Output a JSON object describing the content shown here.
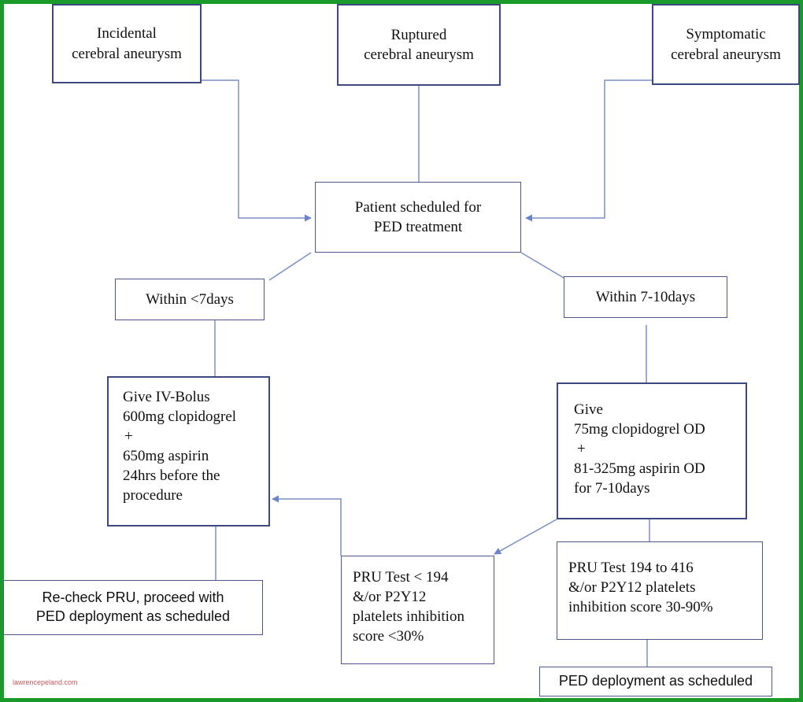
{
  "colors": {
    "frame": "#1a9a2a",
    "box_border": "#3d4880",
    "connector": "#7b8fc4",
    "arrow": "#6b84c8"
  },
  "nodes": {
    "incidental": [
      "Incidental",
      "cerebral aneurysm"
    ],
    "ruptured": [
      "Ruptured",
      "cerebral aneurysm"
    ],
    "symptomatic": [
      "Symptomatic",
      "cerebral aneurysm"
    ],
    "scheduled": [
      "Patient scheduled for",
      "PED treatment"
    ],
    "within7": [
      "Within <7days"
    ],
    "within710": [
      "Within 7-10days"
    ],
    "bolus": [
      "Give IV-Bolus",
      "600mg clopidogrel",
      "+",
      "650mg aspirin",
      "24hrs before the",
      "procedure"
    ],
    "daily": [
      "Give",
      "75mg clopidogrel OD",
      "+",
      "81-325mg aspirin OD",
      "for 7-10days"
    ],
    "recheck": [
      "Re-check PRU, proceed with",
      "PED deployment as scheduled"
    ],
    "pru_low": [
      "PRU Test < 194",
      "&/or P2Y12",
      "platelets inhibition",
      "score <30%"
    ],
    "pru_mid": [
      "PRU Test 194 to 416",
      "&/or P2Y12 platelets",
      "inhibition score 30-90%"
    ],
    "deploy": [
      "PED deployment as scheduled"
    ]
  },
  "watermark": "lawrencepeland.com"
}
